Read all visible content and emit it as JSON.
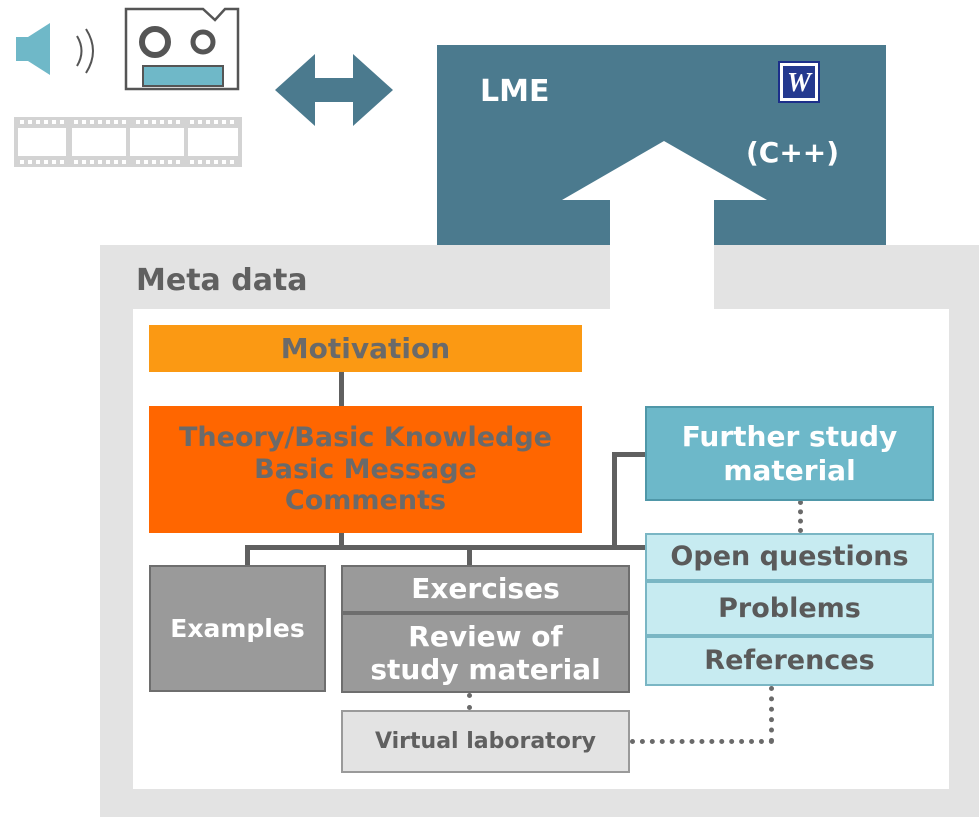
{
  "lme": {
    "title": "LME",
    "language": "(C++)",
    "word_logo_letter": "W"
  },
  "meta": {
    "label": "Meta data"
  },
  "motivation": {
    "label": "Motivation"
  },
  "theory": {
    "line1": "Theory/Basic Knowledge",
    "line2": "Basic Message",
    "line3": "Comments"
  },
  "further": {
    "line1": "Further study",
    "line2": "material"
  },
  "examples": {
    "label": "Examples"
  },
  "exercises": {
    "label": "Exercises"
  },
  "review": {
    "line1": "Review of",
    "line2": "study material"
  },
  "open_questions": {
    "label": "Open questions"
  },
  "problems": {
    "label": "Problems"
  },
  "references": {
    "label": "References"
  },
  "virtual_lab": {
    "label": "Virtual laboratory"
  },
  "icons": [
    "speaker-icon",
    "sound-waves-icon",
    "cassette-icon",
    "film-strip-icon",
    "bidirectional-arrow-icon",
    "word-document-icon",
    "up-arrow-icon"
  ],
  "colors": {
    "lme_bg": "#4b7a8e",
    "meta_bg": "#e3e3e3",
    "motivation": "#fb9913",
    "theory": "#ff6600",
    "gray_box": "#9a9a9a",
    "cyan_box": "#6db8c9",
    "light_cyan": "#c7ebf1"
  }
}
